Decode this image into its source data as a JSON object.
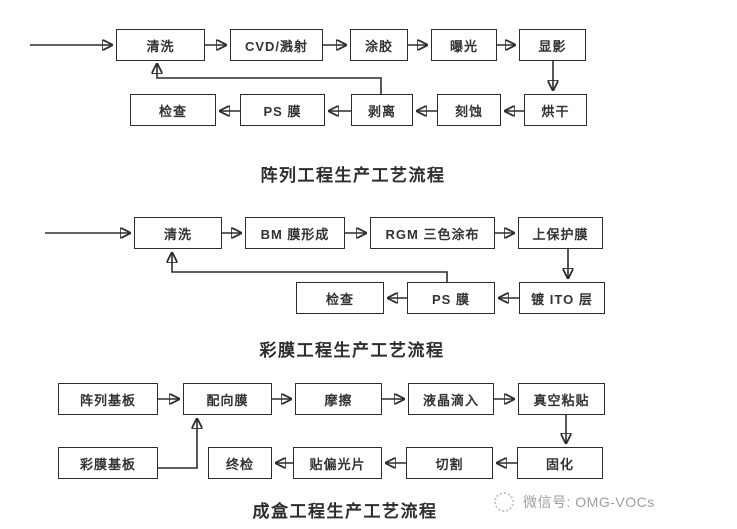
{
  "page": {
    "background": "#ffffff",
    "line_color": "#2d2d2d",
    "text_color": "#333333",
    "watermark_color": "#9e9e9e"
  },
  "charts": [
    {
      "title": "阵列工程生产工艺流程",
      "row1": [
        "清洗",
        "CVD/溅射",
        "涂胶",
        "曝光",
        "显影"
      ],
      "row2": [
        "检查",
        "PS 膜",
        "剥离",
        "刻蚀",
        "烘干"
      ],
      "flow": "开始 → 清洗 → CVD/溅射 → 涂胶 → 曝光 → 显影 → 烘干 → 刻蚀 → 剥离 → PS 膜 → 检查",
      "feedback": "剥离 → 清洗"
    },
    {
      "title": "彩膜工程生产工艺流程",
      "row1": [
        "清洗",
        "BM 膜形成",
        "RGM 三色涂布",
        "上保护膜"
      ],
      "row2": [
        "检查",
        "PS 膜",
        "镀 ITO 层"
      ],
      "flow": "开始 → 清洗 → BM 膜形成 → RGM 三色涂布 → 上保护膜 → 镀 ITO 层 → PS 膜 → 检查",
      "feedback": "PS 膜 → 清洗"
    },
    {
      "title": "成盒工程生产工艺流程",
      "row1": [
        "阵列基板",
        "配向膜",
        "摩擦",
        "液晶滴入",
        "真空粘贴"
      ],
      "row2": [
        "彩膜基板",
        "终检",
        "贴偏光片",
        "切割",
        "固化"
      ],
      "flow": "阵列基板 → 配向膜 → 摩擦 → 液晶滴入 → 真空粘贴 → 固化 → 切割 → 贴偏光片 → 终检",
      "feedback": "彩膜基板 → 配向膜"
    }
  ],
  "footer": {
    "wechat_label": "微信号: OMG-VOCs",
    "icon": "wechat-logo"
  }
}
